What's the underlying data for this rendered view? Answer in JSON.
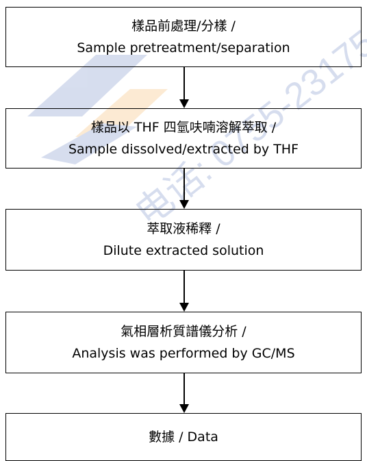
{
  "flowchart": {
    "steps": [
      {
        "zh": "樣品前處理/分樣 /",
        "en": "Sample pretreatment/separation"
      },
      {
        "zh": "樣品以 THF 四氫呋喃溶解萃取 /",
        "en": "Sample dissolved/extracted by THF"
      },
      {
        "zh": "萃取液稀釋 /",
        "en": "Dilute extracted solution"
      },
      {
        "zh": "氣相層析質譜儀分析 /",
        "en": "Analysis was performed by GC/MS"
      },
      {
        "zh": "數據 / Data",
        "en": ""
      }
    ]
  },
  "watermark": {
    "text": "电话: 0755-23175",
    "color": "#8fa6d6",
    "accent_color": "#f2a43a"
  }
}
